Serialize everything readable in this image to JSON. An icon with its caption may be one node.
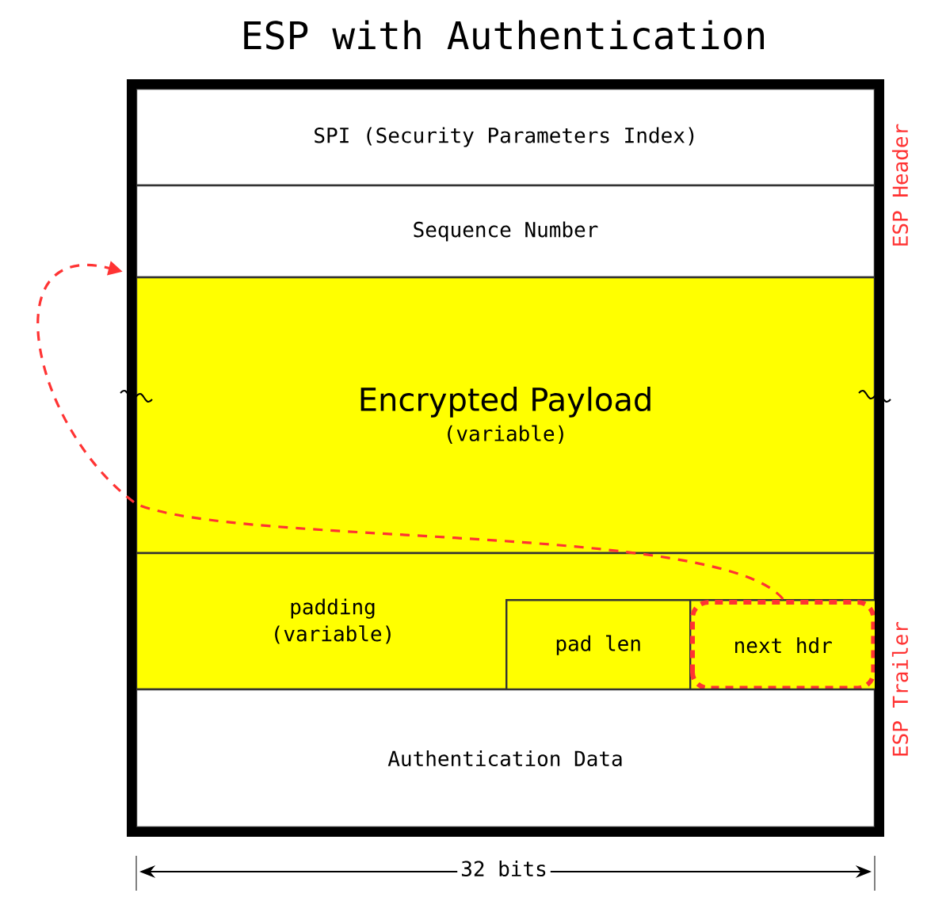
{
  "diagram": {
    "title": "ESP with Authentication",
    "nodes": [
      {
        "text": [
          "SPI (Security Parameters Index)"
        ]
      },
      {
        "text": [
          "Sequence Number"
        ]
      },
      {
        "text": [
          "Encrypted Payload",
          "(variable)"
        ]
      },
      {
        "text": [
          "padding (variable)"
        ]
      },
      {
        "text": [
          "pad len"
        ],
        "in": 3
      },
      {
        "text": [
          "next hdr"
        ],
        "in": 3
      },
      {
        "text": [
          "Authentication Data"
        ]
      }
    ],
    "edges": [
      {
        "from": 5,
        "to": 2,
        "arrow": "to",
        "style": "dashed",
        "color": "#ff3333"
      }
    ],
    "labels": [
      "ESP Header",
      "ESP Trailer",
      "32 bits"
    ]
  }
}
